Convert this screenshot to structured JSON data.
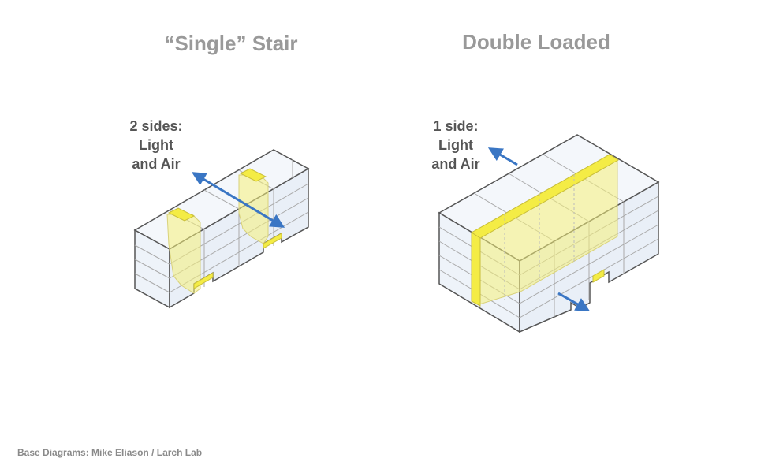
{
  "diagrams": {
    "left": {
      "title": "“Single” Stair",
      "annotation": [
        "2 sides:",
        "Light",
        "and Air"
      ]
    },
    "right": {
      "title": "Double Loaded",
      "annotation": [
        "1 side:",
        "Light",
        "and Air"
      ]
    }
  },
  "colors": {
    "arrow": "#3a76c4",
    "highlight": "#f5f07a",
    "outline": "#555555",
    "fill": "#eef3f9"
  },
  "credit": "Base Diagrams: Mike Eliason / Larch Lab"
}
